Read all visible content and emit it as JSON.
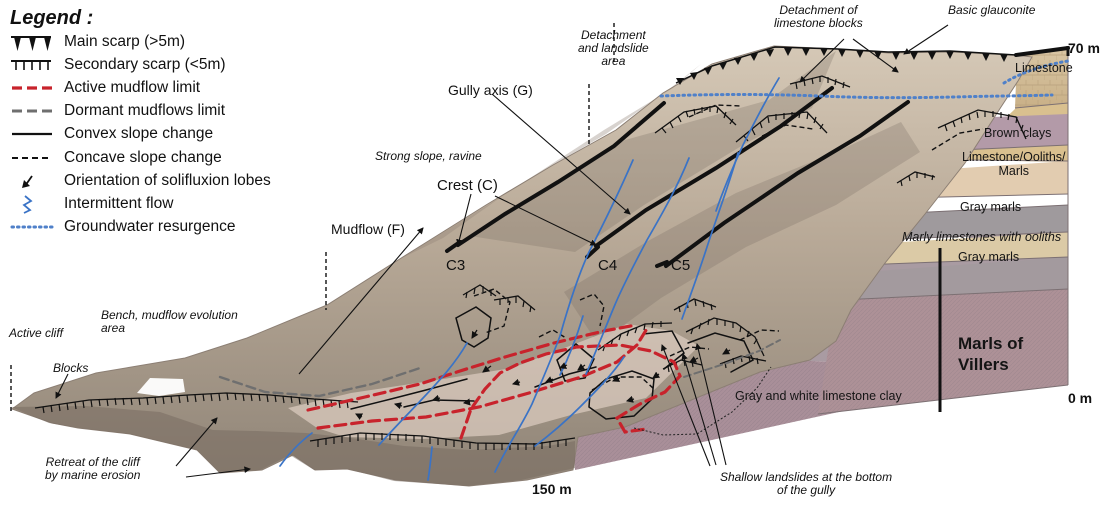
{
  "legend": {
    "title": "Legend :",
    "items": [
      {
        "label": "Main scarp (>5m)",
        "icon": "main-scarp"
      },
      {
        "label": "Secondary scarp (<5m)",
        "icon": "secondary-scarp"
      },
      {
        "label": "Active mudflow limit",
        "icon": "active-mudflow-line",
        "color": "#c8232c"
      },
      {
        "label": "Dormant mudflows limit",
        "icon": "dormant-mudflow-line",
        "color": "#6f6f6f"
      },
      {
        "label": "Convex slope change",
        "icon": "solid-line",
        "color": "#000000"
      },
      {
        "label": "Concave slope change",
        "icon": "dashed-line",
        "color": "#000000"
      },
      {
        "label": "Orientation of solifluxion lobes",
        "icon": "lobe-arrow"
      },
      {
        "label": "Intermittent flow",
        "icon": "flow-line",
        "color": "#3a73c6"
      },
      {
        "label": "Groundwater resurgence",
        "icon": "dotted-line",
        "color": "#4f80c9"
      }
    ]
  },
  "annotations": {
    "detachment_landslide": "Detachment\nand landslide\narea",
    "detachment_blocks": "Detachment of\nlimestone blocks",
    "basic_glauconite": "Basic glauconite",
    "gully_axis": "Gully axis (G)",
    "strong_slope": "Strong slope, ravine",
    "crest": "Crest (C)",
    "mudflow": "Mudflow (F)",
    "bench": "Bench, mudflow evolution\narea",
    "active_cliff": "Active cliff",
    "blocks": "Blocks",
    "retreat": "Retreat of the cliff\nby marine erosion",
    "shallow_landslides": "Shallow landslides at the bottom\nof the gully"
  },
  "crest_labels": [
    "C3",
    "C4",
    "C5"
  ],
  "scale": {
    "top_elevation": "70 m",
    "bottom_elevation": "0 m",
    "horizontal_distance": "150 m"
  },
  "strata": {
    "limestone": "Limestone",
    "brown_clays": "Brown clays",
    "limestone_oolith_marls": "Limestone/Ooliths/\nMarls",
    "gray_marls_upper": "Gray marls",
    "marly_limestones": "Marly limestones with ooliths",
    "gray_marls_lower": "Gray marls",
    "marls_of_villers": "Marls of\nVillers",
    "gray_white_clay": "Gray and white limestone clay"
  },
  "colors": {
    "active_mudflow": "#c8232c",
    "dormant_mudflow": "#6f6f6f",
    "flow": "#3a73c6",
    "groundwater": "#4f80c9",
    "lower_section": "#a98f99",
    "upper_section": "#e6d8b2"
  }
}
